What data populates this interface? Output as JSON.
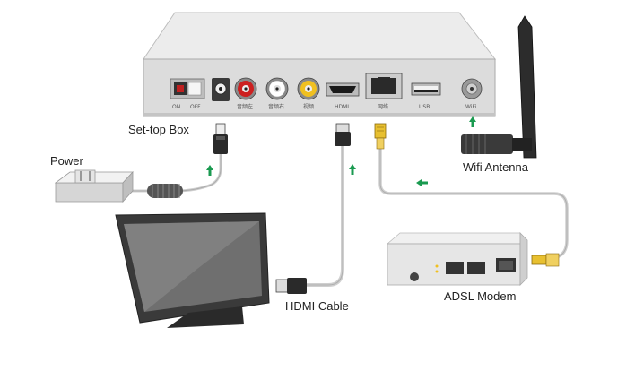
{
  "labels": {
    "set_top_box": "Set-top Box",
    "power": "Power",
    "wifi_antenna": "Wifi Antenna",
    "hdmi_cable": "HDMI Cable",
    "adsl_modem": "ADSL Modem"
  },
  "ports": {
    "switch_on": "ON",
    "switch_off": "OFF",
    "audio_left": "音频左",
    "audio_right": "音频右",
    "video": "视频",
    "hdmi": "HDMI",
    "network": "网络",
    "usb": "USB",
    "wifi": "WiFi"
  },
  "colors": {
    "arrow": "#1a9a50",
    "cable": "#cfcfcf",
    "device_body": "#e2e2e2",
    "device_face": "#d3d3d3",
    "rca_red": "#cc2020",
    "rca_white": "#ffffff",
    "rca_yellow": "#f0c020",
    "ethernet_plug": "#e8c030"
  },
  "icons": {
    "flow_arrows": "green-arrow-icon"
  }
}
